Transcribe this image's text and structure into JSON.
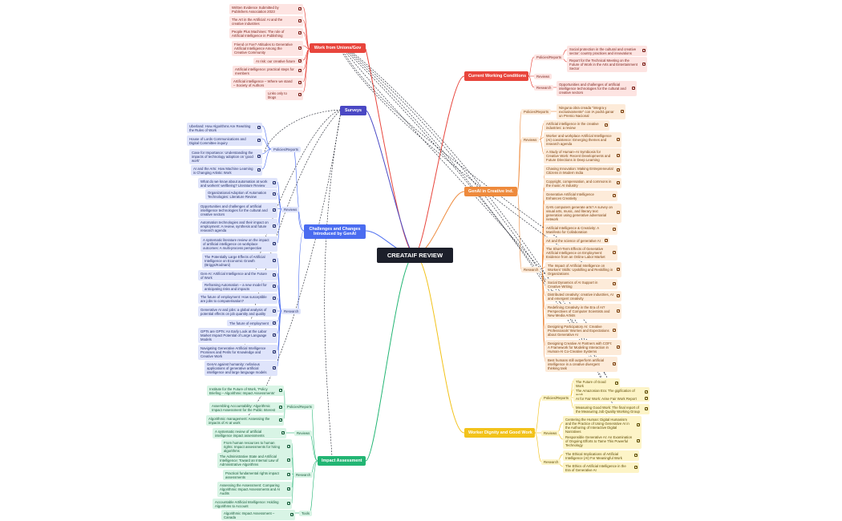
{
  "root": {
    "label": "CREATAIF REVIEW"
  },
  "branches": {
    "unions": {
      "label": "Work from Unions/Gov",
      "color": "#e8453c",
      "items": [
        "Written Evidence Submitted by Publishers Association 2023",
        "The Art in the Artificial: AI and the creative industries",
        "People Plus Machines: The role of Artificial Intelligence in Publishing",
        "Friend or Foe? Attitudes to Generative Artificial Intelligence Among the Creative Community",
        "AI risk: our creative future",
        "Artificial intelligence: practical steps for members",
        "Artificial intelligence – Where we stand – Society of Authors",
        "Links only to blogs"
      ]
    },
    "surveys": {
      "label": "Surveys",
      "color": "#4a48c4"
    },
    "conditions": {
      "label": "Current Working Conditions",
      "color": "#e8453c",
      "subs": {
        "policy": {
          "label": "Policies/Reports",
          "items": [
            "Social protection in the cultural and creative sector: country practices and innovations",
            "Report for the Technical Meeting on the Future of Work in the Arts and Entertainment Sector"
          ]
        },
        "reviews": {
          "label": "Reviews"
        },
        "research": {
          "label": "Research",
          "items": [
            "Opportunities and challenges of artificial intelligence technologies for the cultural and creative sectors"
          ]
        }
      }
    },
    "challenges": {
      "label": "Challenges and Changes Introduced by GenAI",
      "color": "#4a6cf0",
      "subs": {
        "policy": {
          "label": "Policies/Reports",
          "items": [
            "Uberland: How Algorithms Are Rewriting the Rules of Work",
            "House of Lords Communications and Digital Committee inquiry",
            "Case for Importance: Understanding the impacts of technology adoption on 'good work'",
            "AI and the Arts: How Machine Learning is Changing Artistic Work"
          ]
        },
        "reviews": {
          "label": "Reviews",
          "items": [
            "What do we know about automation at work and workers' wellbeing? Literature Review",
            "Organizational Adoption of Automation Technologies: Literature Review",
            "Opportunities and challenges of artificial intelligence technologies for the cultural and creative sectors",
            "Automation technologies and their impact on employment: A review, synthesis and future research agenda",
            "A systematic literature review on the impact of artificial intelligence on workplace outcomes: A multi-process perspective"
          ]
        },
        "research": {
          "label": "Research",
          "items": [
            "The Potentially Large Effects of Artificial Intelligence on Economic Growth (Briggs/Kodnani)",
            "Gen-AI: Artificial Intelligence and the Future of Work",
            "Reframing Automation – a new model for anticipating risks and impacts",
            "The future of employment: How susceptible are jobs to computerisation?",
            "Generative AI and jobs: a global analysis of potential effects on job quantity and quality",
            "The future of employment",
            "GPTs are GPTs: An Early Look at the Labor Market Impact Potential of Large Language Models",
            "Navigating Generative Artificial Intelligence Promises and Perils for Knowledge and Creative Work",
            "GenAI against humanity: nefarious applications of generative artificial intelligence and large language models"
          ]
        }
      }
    },
    "genai": {
      "label": "GenAI in Creative Ind.",
      "color": "#ee8a3c",
      "subs": {
        "policy": {
          "label": "Policies/Reports",
          "items": [
            "Ninguna obra creada \"integra y exclusivamente\" con IA podrá ganar un Premio Nacional"
          ]
        },
        "reviews": {
          "label": "Reviews",
          "items": [
            "Artificial intelligence in the creative industries: a review",
            "Worker and workplace Artificial Intelligence (AI) coexistence: Emerging themes and research agenda",
            "A Study of Human–AI Symbiosis for Creative Work: Recent Developments and Future Directions in Deep Learning"
          ]
        },
        "research": {
          "label": "Research",
          "items": [
            "Chasing Innovation: Making Entrepreneurial Citizens in Modern India",
            "Copyright, compensation, and commons in the music AI industry",
            "Generative Artificial Intelligence Enhances Creativity",
            "GAN computers generate arts? A survey on visual arts, music, and literary text generation using generative adversarial network",
            "Artificial Intelligence & Creativity: A Manifesto for Collaboration",
            "Art and the science of generative AI",
            "The Short-Term Effects of Generative Artificial Intelligence on Employment: Evidence from an Online Labor Market",
            "The Impact of Artificial Intelligence on Workers' Skills: Upskilling and Reskilling in Organizations",
            "Social Dynamics of AI Support in Creative Writing",
            "Distributed creativity: creative industries, AI and emergent creativity",
            "Redefining Creativity in the Era of AI? Perspectives of Computer Scientists and New Media Artists",
            "Designing Participatory AI: Creative Professionals' Worries and Expectations about Generative AI",
            "Designing Creative AI Partners with COFI: A Framework for Modeling Interaction in Human-AI Co-Creative Systems",
            "Best humans still outperform artificial intelligence in a creative divergent thinking task"
          ]
        }
      }
    },
    "impact": {
      "label": "Impact Assessment",
      "color": "#22b573",
      "subs": {
        "policy": {
          "label": "Policies/Reports",
          "items": [
            "Institute for the Future of Work, 'Policy Briefing – Algorithmic Impact Assessments'",
            "Assembling Accountability: Algorithmic Impact Assessment for the Public Interest",
            "Algorithmic management: Assessing the impacts of AI at work"
          ]
        },
        "reviews": {
          "label": "Reviews",
          "items": [
            "A systematic review of artificial intelligence impact assessments"
          ]
        },
        "research": {
          "label": "Research",
          "items": [
            "From human resources to human rights: Impact assessments for hiring algorithms",
            "The Administrative State and Artificial Intelligence: Toward an Internal Law of Administrative Algorithms",
            "Practical fundamental rights impact assessments",
            "Assessing the Assessment: Comparing Algorithmic Impact Assessments and AI Audits",
            "Accountable Artificial Intelligence: Holding Algorithms to Account"
          ]
        },
        "tools": {
          "label": "Tools",
          "items": [
            "Algorithmic Impact Assessment – Canada"
          ]
        }
      }
    },
    "dignity": {
      "label": "Worker Dignity and Good Work",
      "color": "#f2c21a",
      "subs": {
        "policy": {
          "label": "Policies/Reports",
          "items": [
            "The Future of Good Work",
            "The Amazonian Era: The gigification of work",
            "AI for Fair Work: Arise Fair Work Report",
            "Measuring Good Work: The final report of the Measuring Job Quality Working Group"
          ]
        },
        "reviews": {
          "label": "Reviews",
          "items": [
            "Centering the Human: Digital Humanism and the Practice of Using Generative AI in the Authoring of Interactive Digital Narratives",
            "Responsible Generative AI: An Examination of Ongoing Efforts to Tame This Powerful Technology"
          ]
        },
        "research": {
          "label": "Research",
          "items": [
            "The Ethical Implications of Artificial Intelligence (AI) For Meaningful Work",
            "The Ethics of Artificial Intelligence in the Era of Generative AI"
          ]
        }
      }
    }
  }
}
